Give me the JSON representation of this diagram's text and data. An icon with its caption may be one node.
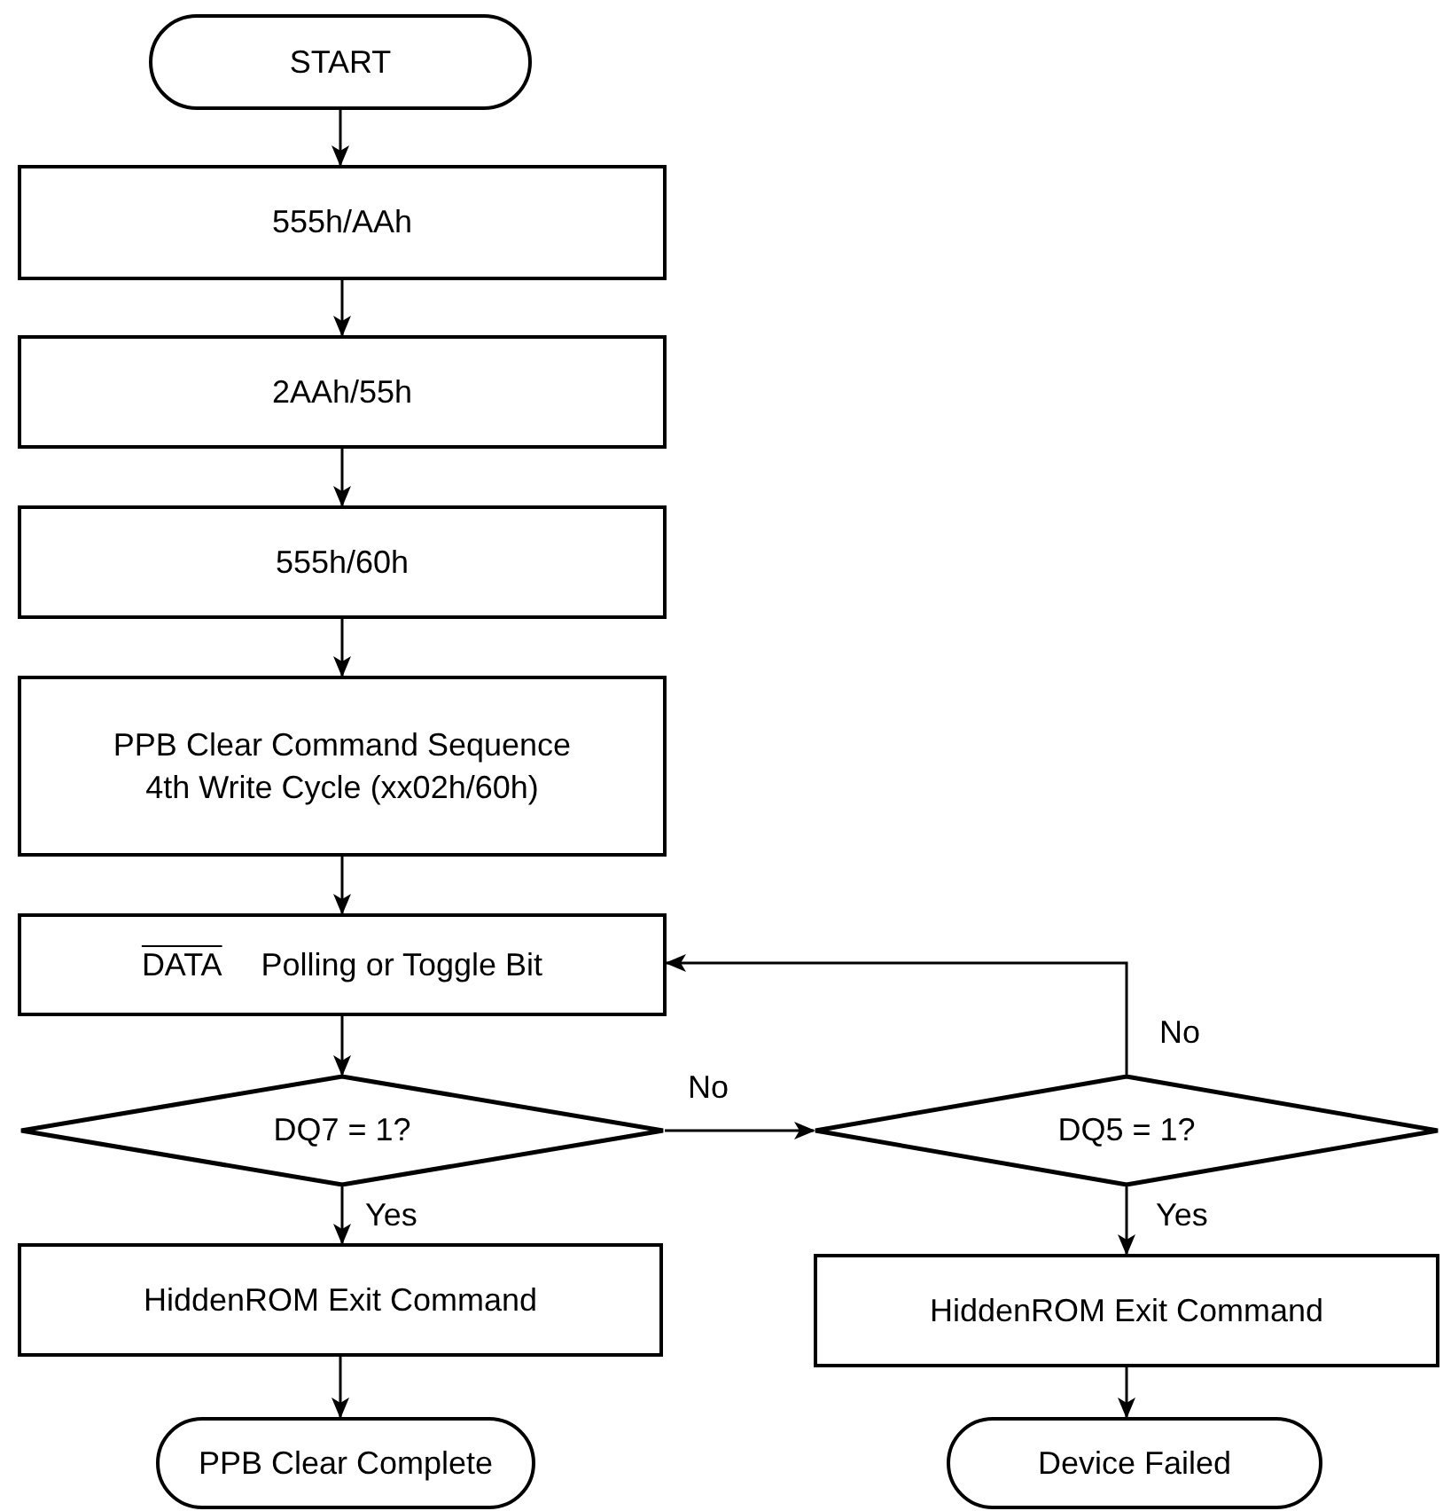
{
  "diagram": {
    "nodes": [
      {
        "text": [
          "START"
        ]
      },
      {
        "text": [
          "555h/AAh"
        ]
      },
      {
        "text": [
          "2AAh/55h"
        ]
      },
      {
        "text": [
          "555h/60h"
        ]
      },
      {
        "text": [
          "PPB Clear Command Sequence 4th Write Cycle (xx02h/60h)"
        ]
      },
      {
        "text": [
          "DATA",
          "Polling or Toggle Bit"
        ]
      },
      {
        "text": [
          "DQ7 = 1?"
        ]
      },
      {
        "text": [
          "DQ5 = 1?"
        ]
      },
      {
        "text": [
          "HiddenROM Exit Command"
        ]
      },
      {
        "text": [
          "HiddenROM Exit Command"
        ]
      },
      {
        "text": [
          "PPB Clear Complete"
        ]
      },
      {
        "text": [
          "Device Failed"
        ]
      }
    ],
    "edges": [
      {
        "from": 0,
        "to": 1,
        "arrow": "to"
      },
      {
        "from": 1,
        "to": 2,
        "arrow": "to"
      },
      {
        "from": 2,
        "to": 3,
        "arrow": "to"
      },
      {
        "from": 3,
        "to": 4,
        "arrow": "to"
      },
      {
        "from": 4,
        "to": 5,
        "arrow": "to"
      },
      {
        "from": 5,
        "to": 6,
        "arrow": "to"
      },
      {
        "from": 6,
        "to": 7,
        "arrow": "to",
        "label": "No"
      },
      {
        "from": 7,
        "to": 5,
        "arrow": "to",
        "label": "No"
      },
      {
        "from": 6,
        "to": 8,
        "arrow": "to",
        "label": "Yes"
      },
      {
        "from": 7,
        "to": 9,
        "arrow": "to",
        "label": "Yes"
      },
      {
        "from": 8,
        "to": 10,
        "arrow": "to"
      },
      {
        "from": 9,
        "to": 11,
        "arrow": "to"
      }
    ]
  }
}
